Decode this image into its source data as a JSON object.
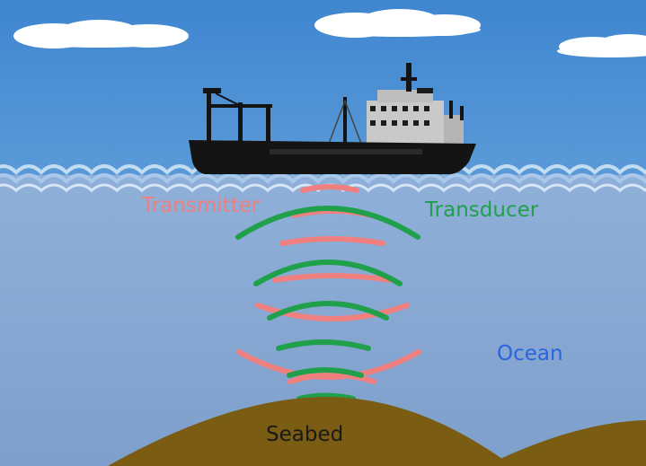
{
  "labels": {
    "transmitter": "Transmitter",
    "transducer": "Transducer",
    "ocean": "Ocean",
    "seabed": "Seabed"
  },
  "colors": {
    "sky": "#4a90d6",
    "ocean": "#86a6d1",
    "wave_light": "#c4dcf2",
    "seabed": "#7a5c13",
    "ship": "#141414",
    "ship_superstructure": "#c9c9c9",
    "transmitter_wave": "#f08080",
    "transducer_wave": "#21a04c",
    "ocean_label": "#2a64df",
    "seabed_label": "#1a1a1a",
    "cloud": "#ffffff"
  },
  "icons": [
    "ship-icon",
    "cloud-icon"
  ]
}
